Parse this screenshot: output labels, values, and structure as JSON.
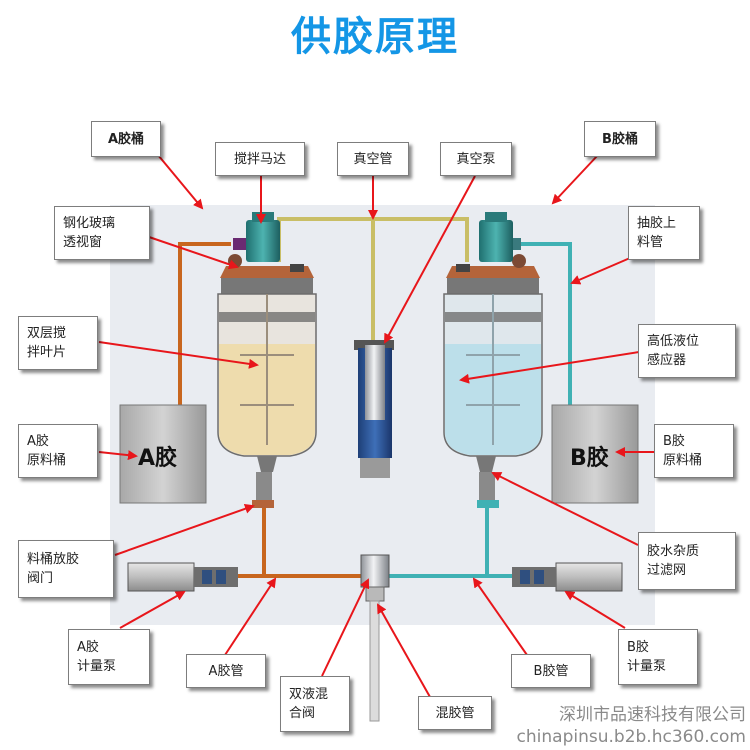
{
  "title": "供胶原理",
  "labels": {
    "a_bucket": "A胶桶",
    "b_bucket": "B胶桶",
    "mixer_motor": "搅拌马达",
    "vacuum_tube": "真空管",
    "vacuum_pump": "真空泵",
    "glass_window": "钢化玻璃\n透视窗",
    "suction_tube": "抽胶上\n料管",
    "double_blade": "双层搅\n拌叶片",
    "level_sensor": "高低液位\n感应器",
    "a_raw_bucket": "A胶\n原料桶",
    "b_raw_bucket": "B胶\n原料桶",
    "drain_valve": "料桶放胶\n阀门",
    "filter": "胶水杂质\n过滤网",
    "a_pump": "A胶\n计量泵",
    "b_pump": "B胶\n计量泵",
    "a_pipe": "A胶管",
    "b_pipe": "B胶管",
    "mix_valve": "双液混\n合阀",
    "mix_pipe": "混胶管"
  },
  "tanks": {
    "a_raw": "A胶",
    "b_raw": "B胶"
  },
  "watermark": {
    "line1": "深圳市品速科技有限公司",
    "line2": "chinapinsu.b2b.hc360.com"
  },
  "colors": {
    "title": "#1496e6",
    "arrow": "#e8161b",
    "a_pipe": "#c8661e",
    "b_pipe": "#3fb1b4",
    "vacuum_pipe": "#c9be66",
    "a_liquid": "#eedcad",
    "b_liquid": "#bcdfea"
  }
}
